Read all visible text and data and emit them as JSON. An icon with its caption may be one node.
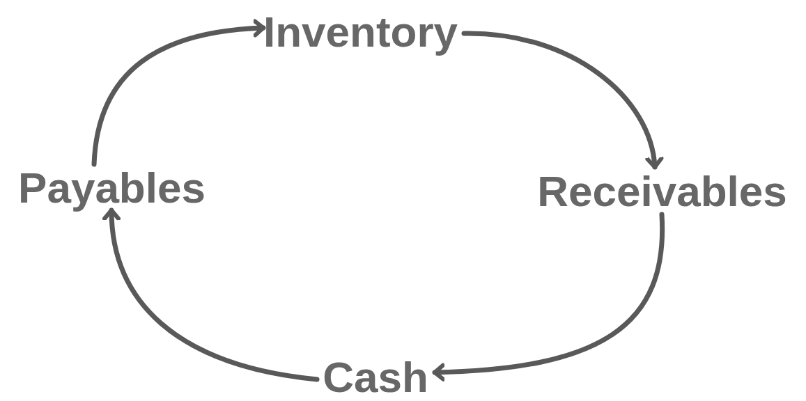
{
  "diagram": {
    "nodes": [
      {
        "text": [
          "Inventory"
        ]
      },
      {
        "text": [
          "Receivables"
        ]
      },
      {
        "text": [
          "Cash"
        ]
      },
      {
        "text": [
          "Payables"
        ]
      }
    ],
    "edges": [
      {
        "from": 0,
        "to": 1,
        "arrow": "to"
      },
      {
        "from": 1,
        "to": 2,
        "arrow": "to"
      },
      {
        "from": 2,
        "to": 3,
        "arrow": "to"
      },
      {
        "from": 3,
        "to": 0,
        "arrow": "to"
      }
    ]
  }
}
